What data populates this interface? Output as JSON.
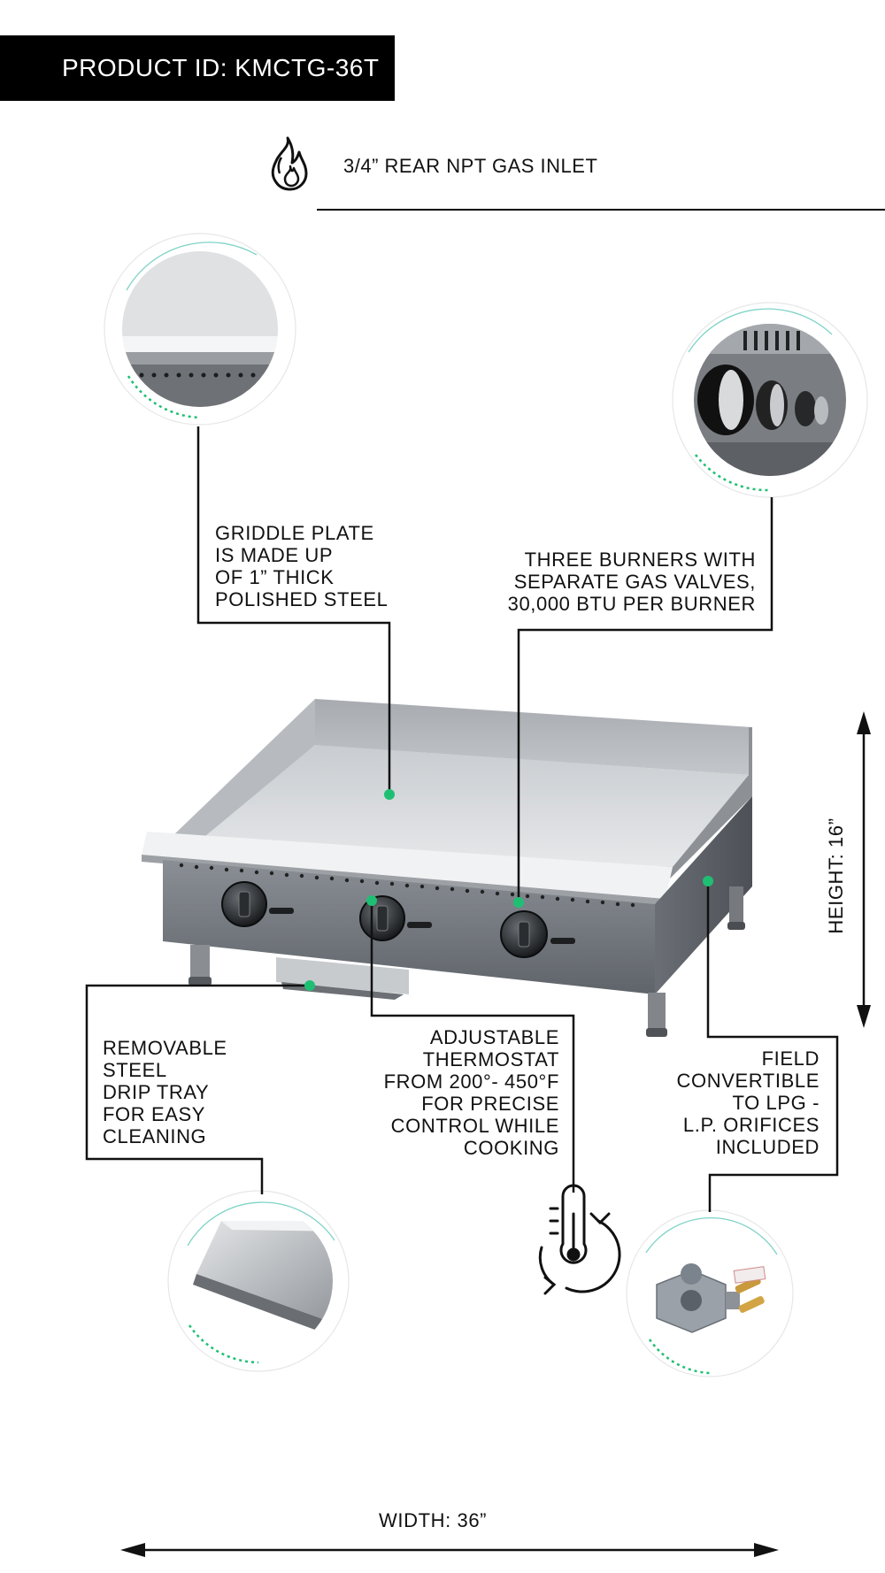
{
  "product_id": "PRODUCT ID: KMCTG-36T",
  "gas_inlet": "3/4” REAR NPT GAS INLET",
  "features": {
    "griddle_plate": "GRIDDLE PLATE\nIS MADE UP\nOF 1” THICK\nPOLISHED STEEL",
    "burners": "THREE BURNERS WITH\nSEPARATE GAS VALVES,\n30,000 BTU PER BURNER",
    "drip_tray": "REMOVABLE\nSTEEL\nDRIP TRAY\nFOR EASY\nCLEANING",
    "thermostat": "ADJUSTABLE\nTHERMOSTAT\nFROM 200°- 450°F\nFOR PRECISE\nCONTROL WHILE\nCOOKING",
    "lpg": "FIELD\nCONVERTIBLE\nTO LPG -\nL.P. ORIFICES\nINCLUDED"
  },
  "dimensions": {
    "height": "HEIGHT: 16”",
    "width": "WIDTH: 36”"
  },
  "colors": {
    "accent_green": "#1fbf73",
    "arc_teal": "#7fd3c6",
    "steel": "#9ea3a8",
    "line": "#111111"
  },
  "icons": {
    "gas": "flame-icon",
    "thermostat": "thermometer-icon"
  }
}
